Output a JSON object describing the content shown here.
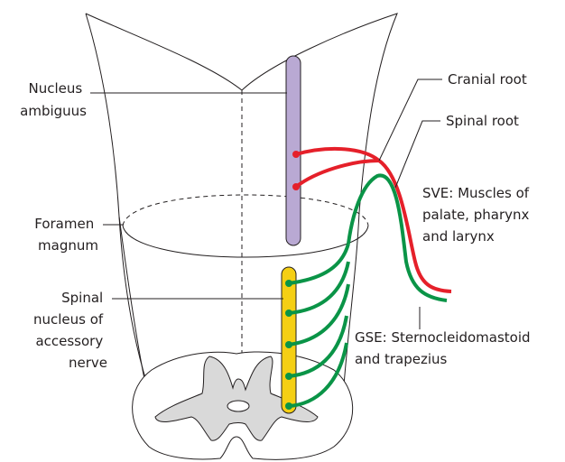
{
  "labels": {
    "nucleus_ambiguus": [
      "Nucleus",
      "ambiguus"
    ],
    "foramen_magnum": [
      "Foramen",
      "magnum"
    ],
    "spinal_nucleus": [
      "Spinal",
      "nucleus of",
      "accessory",
      "nerve"
    ],
    "cranial_root": "Cranial root",
    "spinal_root": "Spinal root",
    "sve": [
      "SVE: Muscles of",
      "palate, pharynx",
      "and larynx"
    ],
    "gse": [
      "GSE: Sternocleidomastoid",
      "and trapezius"
    ]
  },
  "colors": {
    "nucleus_ambiguus": "#b9a9d3",
    "spinal_nucleus": "#f5cf14",
    "cranial_root": "#e5202a",
    "spinal_root": "#0a9447",
    "grey_matter": "#d9d9d9",
    "outline": "#231f20"
  }
}
